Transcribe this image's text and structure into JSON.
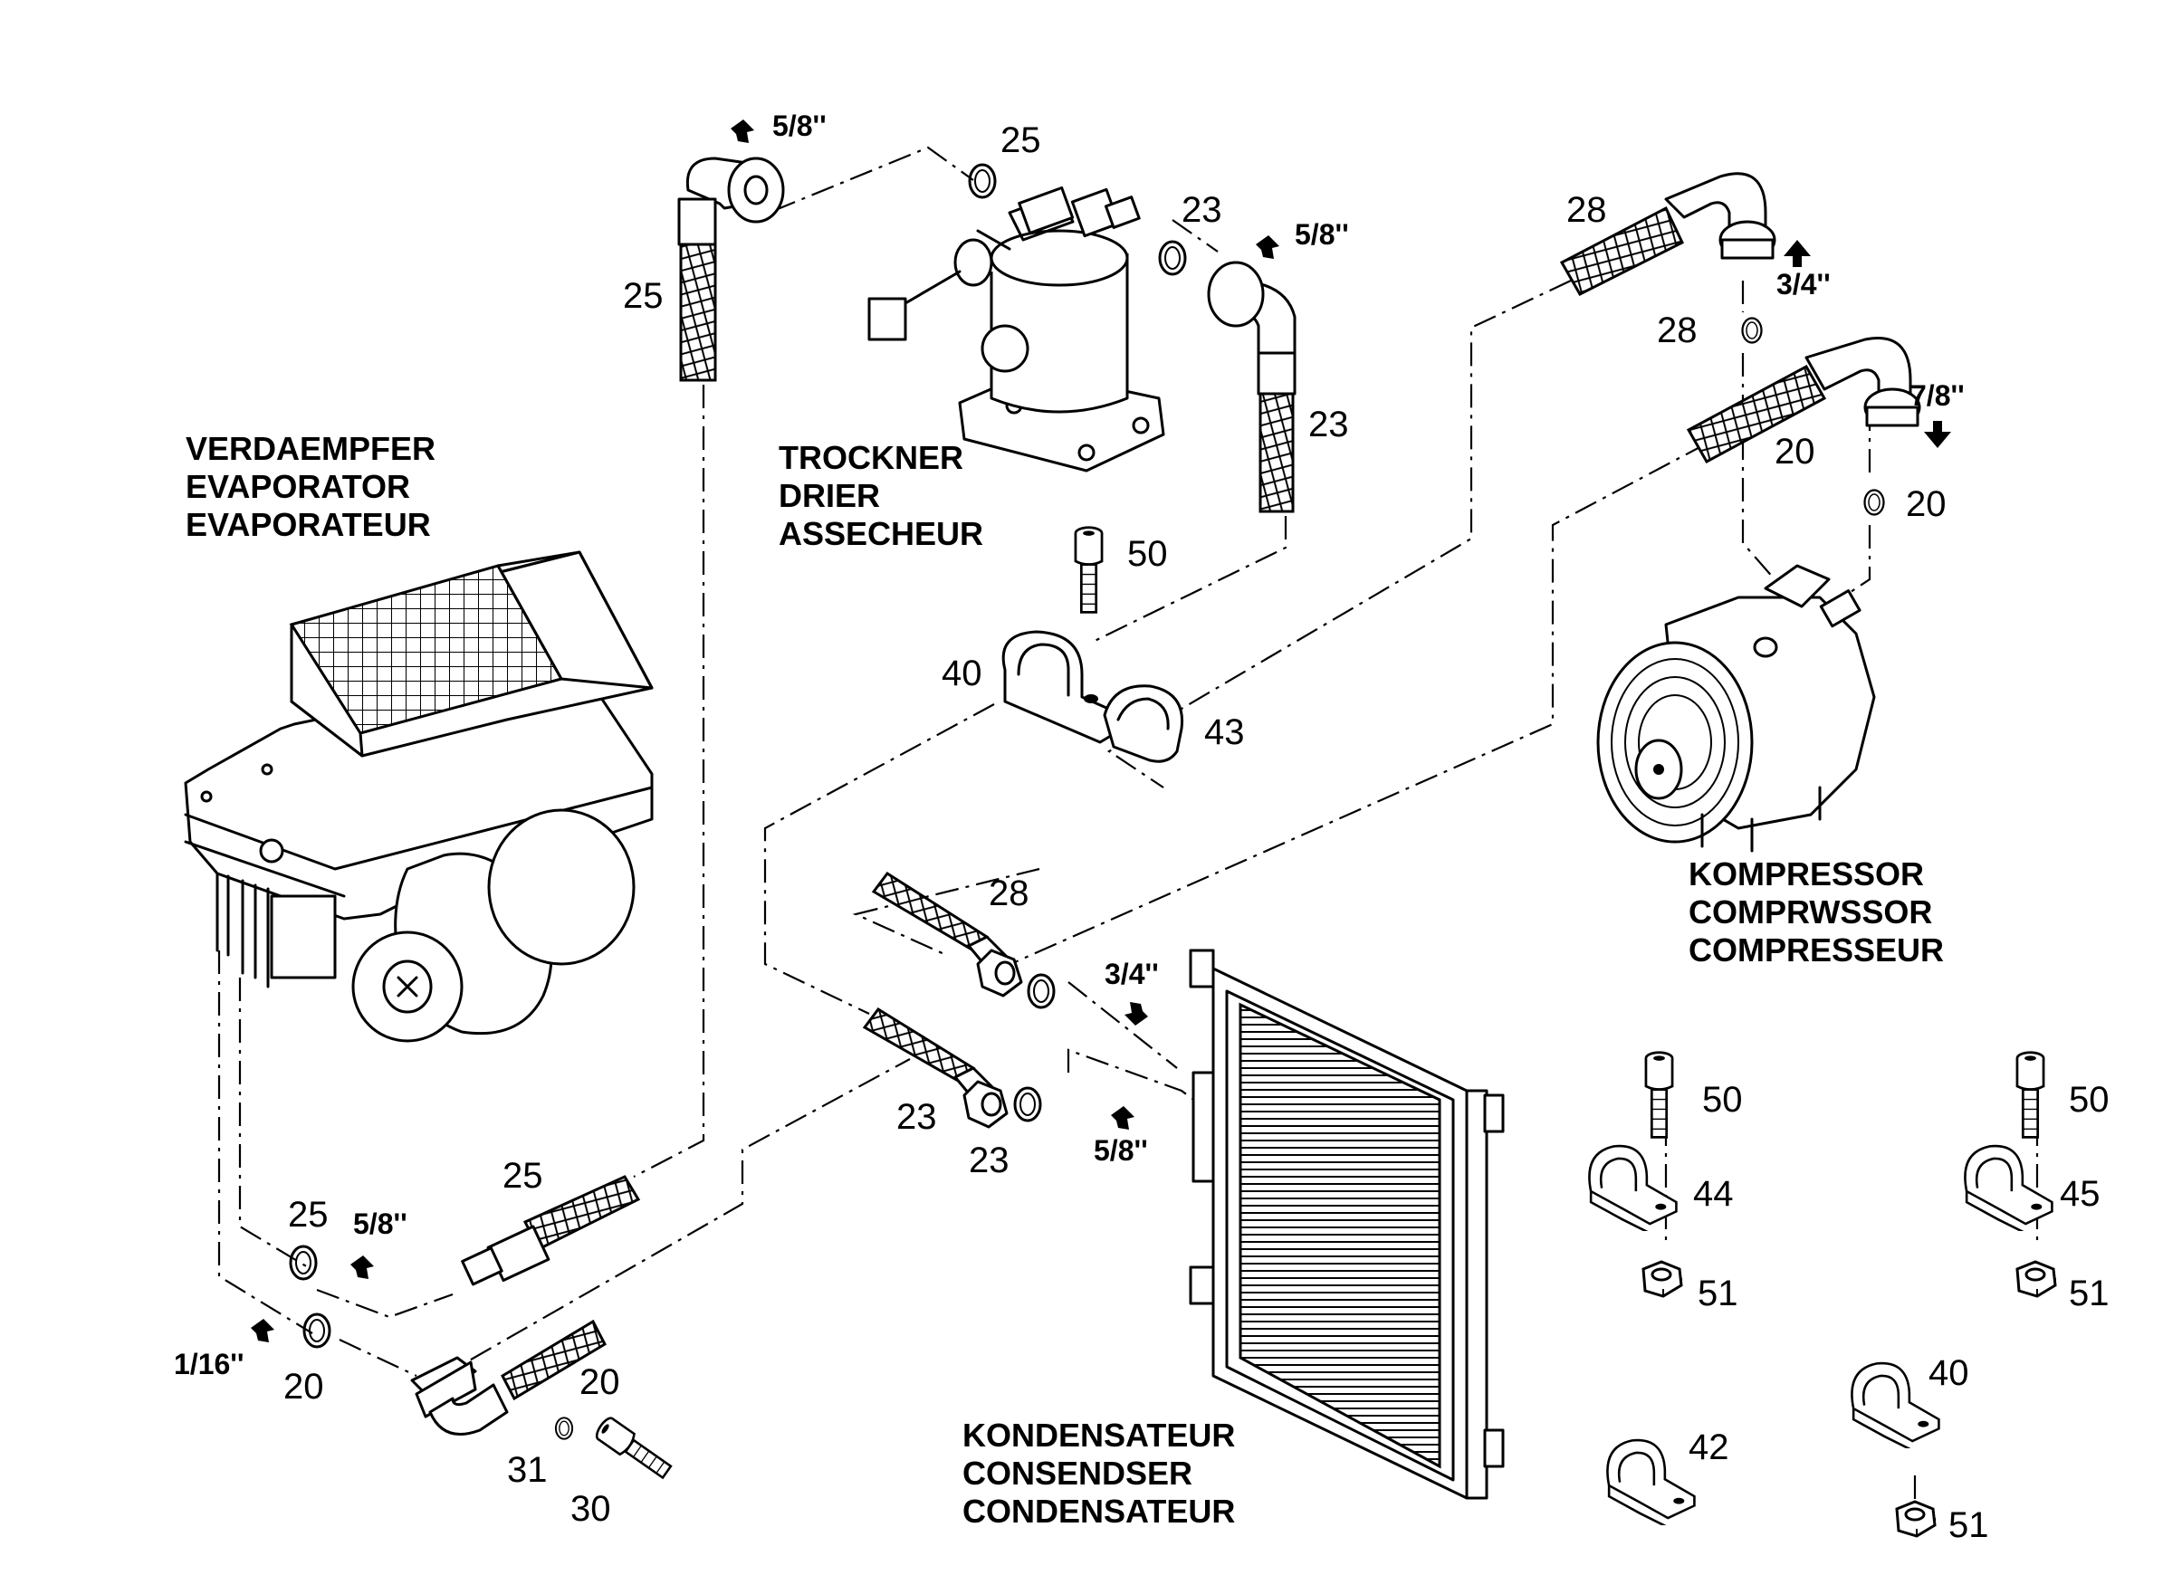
{
  "labels": {
    "evaporator": [
      "VERDAEMPFER",
      "EVAPORATOR",
      "EVAPORATEUR"
    ],
    "drier": [
      "TROCKNER",
      "DRIER",
      "ASSECHEUR"
    ],
    "compressor": [
      "KOMPRESSOR",
      "COMPRWSSOR",
      "COMPRESSEUR"
    ],
    "condenser": [
      "KONDENSATEUR",
      "CONSENDSER",
      "CONDENSATEUR"
    ]
  },
  "part_numbers": {
    "p25_ring_top": "25",
    "p25_hose_top": "25",
    "p23_ring_top": "23",
    "p23_hose_right": "23",
    "p28_hose_top": "28",
    "p28_ring_top": "28",
    "p20_hose_top": "20",
    "p20_ring_top": "20",
    "p50_center": "50",
    "p40_center": "40",
    "p43_center": "43",
    "p28_hose_mid": "28",
    "p23_hose_mid": "23",
    "p23_ring_mid": "23",
    "p25_hose_bottom": "25",
    "p25_ring_bottom": "25",
    "p20_ring_bottom": "20",
    "p20_hose_bottom": "20",
    "p31": "31",
    "p30": "30",
    "p50_clamp_a": "50",
    "p44": "44",
    "p51_a": "51",
    "p50_clamp_b": "50",
    "p45": "45",
    "p51_b": "51",
    "p40_clamp": "40",
    "p51_c": "51",
    "p42": "42"
  },
  "sizes": {
    "s58_top_left": "5/8''",
    "s58_top_right": "5/8''",
    "s34_compressor": "3/4''",
    "s78_compressor": "7/8''",
    "s34_condenser": "3/4''",
    "s58_condenser": "5/8''",
    "s58_bottom": "5/8''",
    "s116_bottom": "1/16''"
  }
}
